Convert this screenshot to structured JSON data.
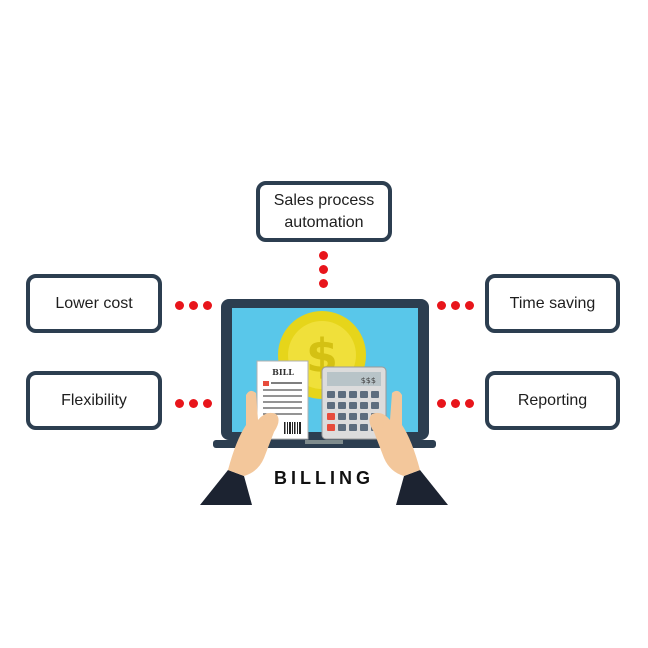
{
  "boxes": {
    "top": "Sales process automation",
    "left_top": "Lower cost",
    "left_bottom": "Flexibility",
    "right_top": "Time saving",
    "right_bottom": "Reporting"
  },
  "illustration": {
    "bill_title": "BILL",
    "calculator_display": "$$$",
    "label": "BILLING"
  },
  "colors": {
    "box_border": "#2c3e50",
    "dot": "#e8151b",
    "screen": "#59c7ea",
    "coin": "#e6d51a",
    "laptop": "#2c3e50"
  },
  "icons": [
    "laptop-icon",
    "coin-dollar-icon",
    "bill-receipt-icon",
    "calculator-icon",
    "hand-icon"
  ]
}
